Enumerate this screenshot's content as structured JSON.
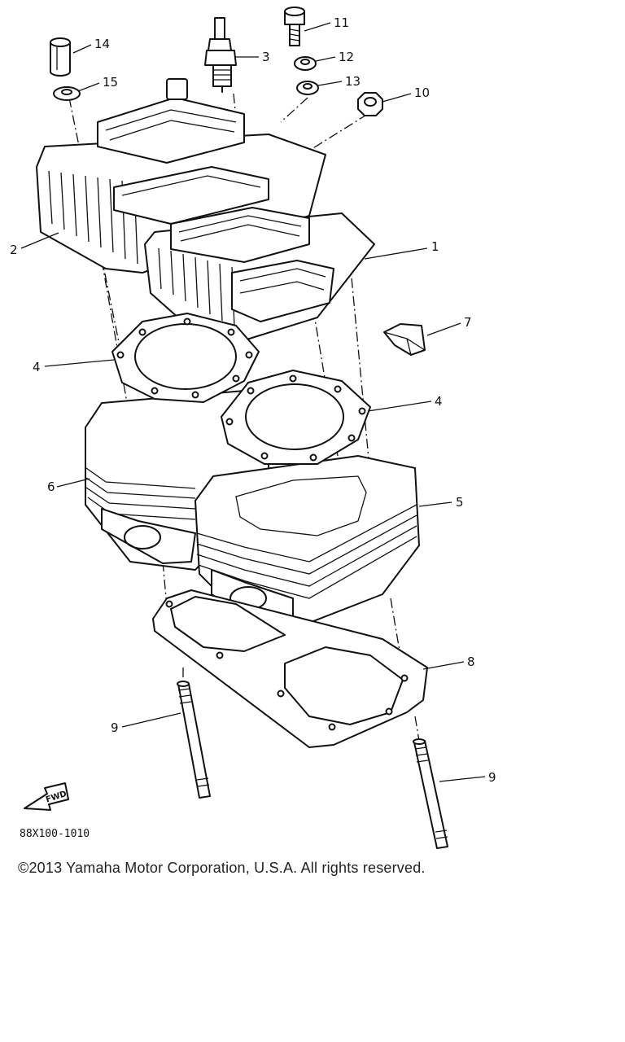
{
  "diagram": {
    "code": "88X100-1010",
    "copyright": "©2013 Yamaha Motor Corporation, U.S.A. All rights reserved.",
    "forward_marker": "FWD",
    "callouts": [
      {
        "id": "1",
        "label": "1"
      },
      {
        "id": "2",
        "label": "2"
      },
      {
        "id": "3",
        "label": "3"
      },
      {
        "id": "4a",
        "label": "4"
      },
      {
        "id": "4b",
        "label": "4"
      },
      {
        "id": "5",
        "label": "5"
      },
      {
        "id": "6",
        "label": "6"
      },
      {
        "id": "7",
        "label": "7"
      },
      {
        "id": "8",
        "label": "8"
      },
      {
        "id": "9a",
        "label": "9"
      },
      {
        "id": "9b",
        "label": "9"
      },
      {
        "id": "10",
        "label": "10"
      },
      {
        "id": "11",
        "label": "11"
      },
      {
        "id": "12",
        "label": "12"
      },
      {
        "id": "13",
        "label": "13"
      },
      {
        "id": "14",
        "label": "14"
      },
      {
        "id": "15",
        "label": "15"
      }
    ]
  }
}
